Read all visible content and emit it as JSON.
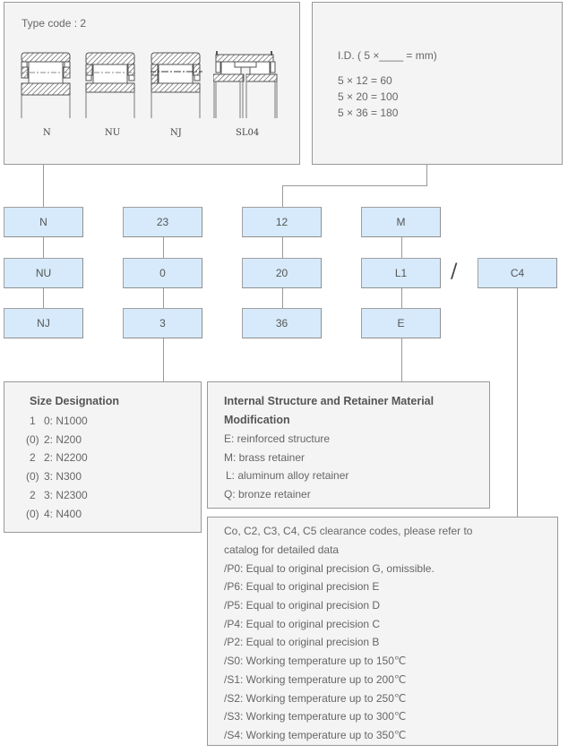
{
  "type_panel": {
    "title": "Type code : 2",
    "types": [
      {
        "label": "N",
        "icon": "bearing-n-icon"
      },
      {
        "label": "NU",
        "icon": "bearing-nu-icon"
      },
      {
        "label": "NJ",
        "icon": "bearing-nj-icon"
      },
      {
        "label": "SL04",
        "icon": "bearing-sl04-icon"
      }
    ]
  },
  "id_panel": {
    "formula": "I.D. ( 5 ×____ =    mm)",
    "examples": [
      "5 × 12 = 60",
      "5 × 20 = 100",
      "5 × 36 = 180"
    ]
  },
  "columns": {
    "type": [
      "N",
      "NU",
      "NJ"
    ],
    "series": [
      "23",
      "0",
      "3"
    ],
    "bore": [
      "12",
      "20",
      "36"
    ],
    "structure": [
      "M",
      "L1",
      "E"
    ],
    "separator": "/",
    "clearance": [
      "C4"
    ]
  },
  "size_panel": {
    "title": "Size Designation",
    "rows": [
      {
        "prefix": "1",
        "text": "0: N1000"
      },
      {
        "prefix": "(0)",
        "text": "2: N200"
      },
      {
        "prefix": "2",
        "text": "2: N2200"
      },
      {
        "prefix": "(0)",
        "text": "3: N300"
      },
      {
        "prefix": "2",
        "text": "3: N2300"
      },
      {
        "prefix": "(0)",
        "text": "4: N400"
      }
    ]
  },
  "structure_panel": {
    "title_line1": "Internal Structure and Retainer Material",
    "title_line2": "Modification",
    "items": [
      "E: reinforced structure",
      "M: brass retainer",
      "L: aluminum alloy retainer",
      "Q: bronze retainer"
    ]
  },
  "clearance_panel": {
    "lines": [
      "Co, C2, C3, C4, C5 clearance codes, please refer to",
      "catalog for detailed data",
      "/P0: Equal to original precision G, omissible.",
      "/P6: Equal to original precision E",
      "/P5: Equal to original precision D",
      "/P4: Equal to original precision C",
      "/P2: Equal to original precision B",
      "/S0: Working temperature up to 150℃",
      "/S1: Working temperature up to 200℃",
      "/S2: Working temperature up to 250℃",
      "/S3: Working temperature up to 300℃",
      "/S4: Working temperature up to 350℃"
    ]
  }
}
